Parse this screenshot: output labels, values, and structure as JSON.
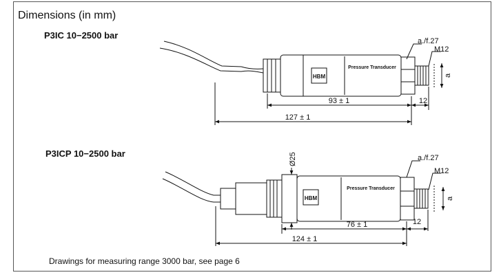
{
  "title": "Dimensions (in mm)",
  "drawings": [
    {
      "heading": "P3IC 10−2500 bar",
      "dim_body": "93 ± 1",
      "dim_total": "127 ± 1",
      "dim_thread": "12",
      "callout_af": "a./f.27",
      "callout_thread": "M12",
      "callout_a": "a",
      "label_product": "Pressure Transducer",
      "label_logo": "HBM"
    },
    {
      "heading": "P3ICP 10−2500 bar",
      "dim_body": "76 ± 1",
      "dim_total": "124 ± 1",
      "dim_thread": "12",
      "dim_diameter": "Ø25",
      "callout_af": "a./f.27",
      "callout_thread": "M12",
      "callout_a": "a",
      "label_product": "Pressure Transducer",
      "label_logo": "HBM"
    }
  ],
  "footnote": "Drawings for measuring range 3000 bar, see page 6"
}
